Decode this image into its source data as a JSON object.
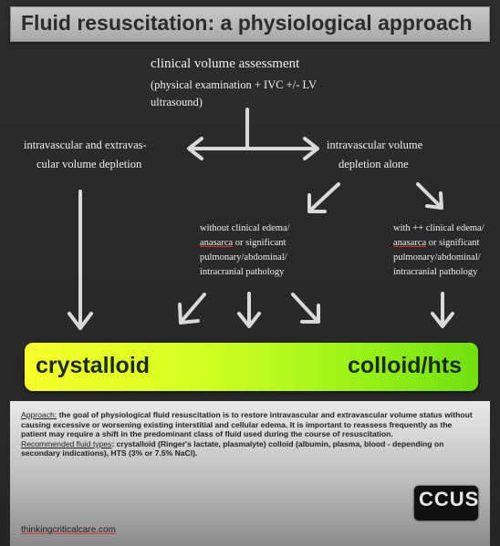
{
  "title": "Fluid resuscitation: a physiological approach",
  "top": {
    "line1": "clinical volume assessment",
    "line2": "(physical examination + IVC +/- LV",
    "line3": "ultrasound)"
  },
  "left_branch": {
    "line1": "intravascular and extravas-",
    "line2": "cular volume depletion"
  },
  "right_branch": {
    "line1": "intravascular volume",
    "line2": "depletion alone"
  },
  "without_edema": {
    "line1": "without clinical edema/",
    "line2a": "anasarca",
    "line2b": " or significant",
    "line3": "pulmonary/abdominal/",
    "line4": "intracranial pathology"
  },
  "with_edema": {
    "line1": "with ++ clinical edema/",
    "line2a": "anasarca",
    "line2b": " or significant",
    "line3": "pulmonary/abdominal/",
    "line4": "intracranial pathology"
  },
  "bar": {
    "left": "crystalloid",
    "right": "colloid/hts"
  },
  "note": {
    "approach_label": "Approach:",
    "approach_text": " the goal of physiological fluid resuscitation is to restore intravascular and extravascular volume status without causing excessive or worsening existing interstitial and cellular edema. It is important to reassess frequently as the patient may require a shift in the predominant class of fluid used during the course of resuscitation.",
    "recommended_label": "Recommended fluid types",
    "recommended_text": ": crystalloid (Ringer's lactate, plasmalyte) colloid (albumin, plasma, blood - depending on secondary indications), HTS (3% or 7.5% NaCl).",
    "site": "thinkingcriticalcare.com",
    "logo": "CCUS"
  },
  "colors": {
    "background": "#2a2a2a",
    "bar_start": "#f6ff2a",
    "bar_end": "#6fe10f",
    "arrow": "#d9d9d9"
  }
}
